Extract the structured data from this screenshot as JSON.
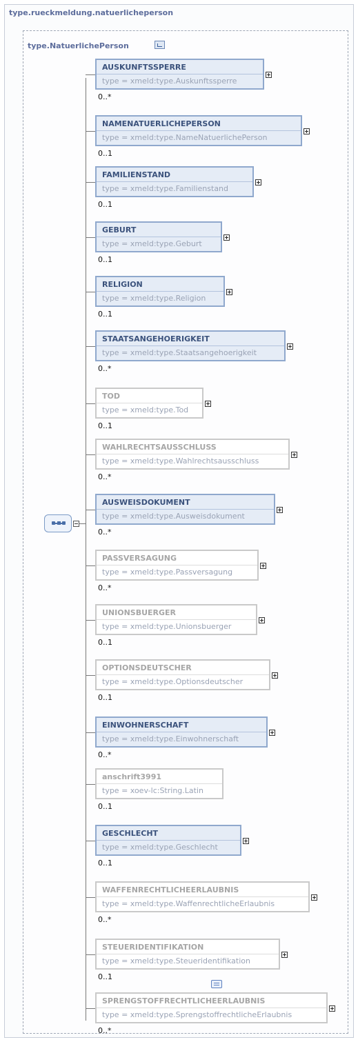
{
  "outer_title": "type.rueckmeldung.natuerlicheperson",
  "inner_title": "type.NatuerlichePerson",
  "elements": [
    {
      "name": "AUSKUNFTSSPERRE",
      "type": "type = xmeld:type.Auskunftssperre",
      "card": "0..*",
      "style": "active"
    },
    {
      "name": "NAMENATUERLICHEPERSON",
      "type": "type = xmeld:type.NameNatuerlichePerson",
      "card": "0..1",
      "style": "active"
    },
    {
      "name": "FAMILIENSTAND",
      "type": "type = xmeld:type.Familienstand",
      "card": "0..1",
      "style": "active"
    },
    {
      "name": "GEBURT",
      "type": "type = xmeld:type.Geburt",
      "card": "0..1",
      "style": "active"
    },
    {
      "name": "RELIGION",
      "type": "type = xmeld:type.Religion",
      "card": "0..1",
      "style": "active"
    },
    {
      "name": "STAATSANGEHOERIGKEIT",
      "type": "type = xmeld:type.Staatsangehoerigkeit",
      "card": "0..*",
      "style": "active"
    },
    {
      "name": "TOD",
      "type": "type = xmeld:type.Tod",
      "card": "0..1",
      "style": "optional"
    },
    {
      "name": "WAHLRECHTSAUSSCHLUSS",
      "type": "type = xmeld:type.Wahlrechtsausschluss",
      "card": "0..*",
      "style": "optional"
    },
    {
      "name": "AUSWEISDOKUMENT",
      "type": "type = xmeld:type.Ausweisdokument",
      "card": "0..*",
      "style": "active"
    },
    {
      "name": "PASSVERSAGUNG",
      "type": "type = xmeld:type.Passversagung",
      "card": "0..*",
      "style": "optional"
    },
    {
      "name": "UNIONSBUERGER",
      "type": "type = xmeld:type.Unionsbuerger",
      "card": "0..1",
      "style": "optional"
    },
    {
      "name": "OPTIONSDEUTSCHER",
      "type": "type = xmeld:type.Optionsdeutscher",
      "card": "0..1",
      "style": "optional"
    },
    {
      "name": "EINWOHNERSCHAFT",
      "type": "type = xmeld:type.Einwohnerschaft",
      "card": "0..*",
      "style": "active"
    },
    {
      "name": "anschrift3991",
      "type": "type = xoev-lc:String.Latin",
      "card": "0..1",
      "style": "optional"
    },
    {
      "name": "GESCHLECHT",
      "type": "type = xmeld:type.Geschlecht",
      "card": "0..1",
      "style": "active"
    },
    {
      "name": "WAFFENRECHTLICHEERLAUBNIS",
      "type": "type = xmeld:type.WaffenrechtlicheErlaubnis",
      "card": "0..*",
      "style": "optional"
    },
    {
      "name": "STEUERIDENTIFIKATION",
      "type": "type = xmeld:type.Steueridentifikation",
      "card": "0..1",
      "style": "optional"
    },
    {
      "name": "SPRENGSTOFFRECHTLICHEERLAUBNIS",
      "type": "type = xmeld:type.SprengstoffrechtlicheErlaubnis",
      "card": "0..*",
      "style": "optional"
    }
  ]
}
